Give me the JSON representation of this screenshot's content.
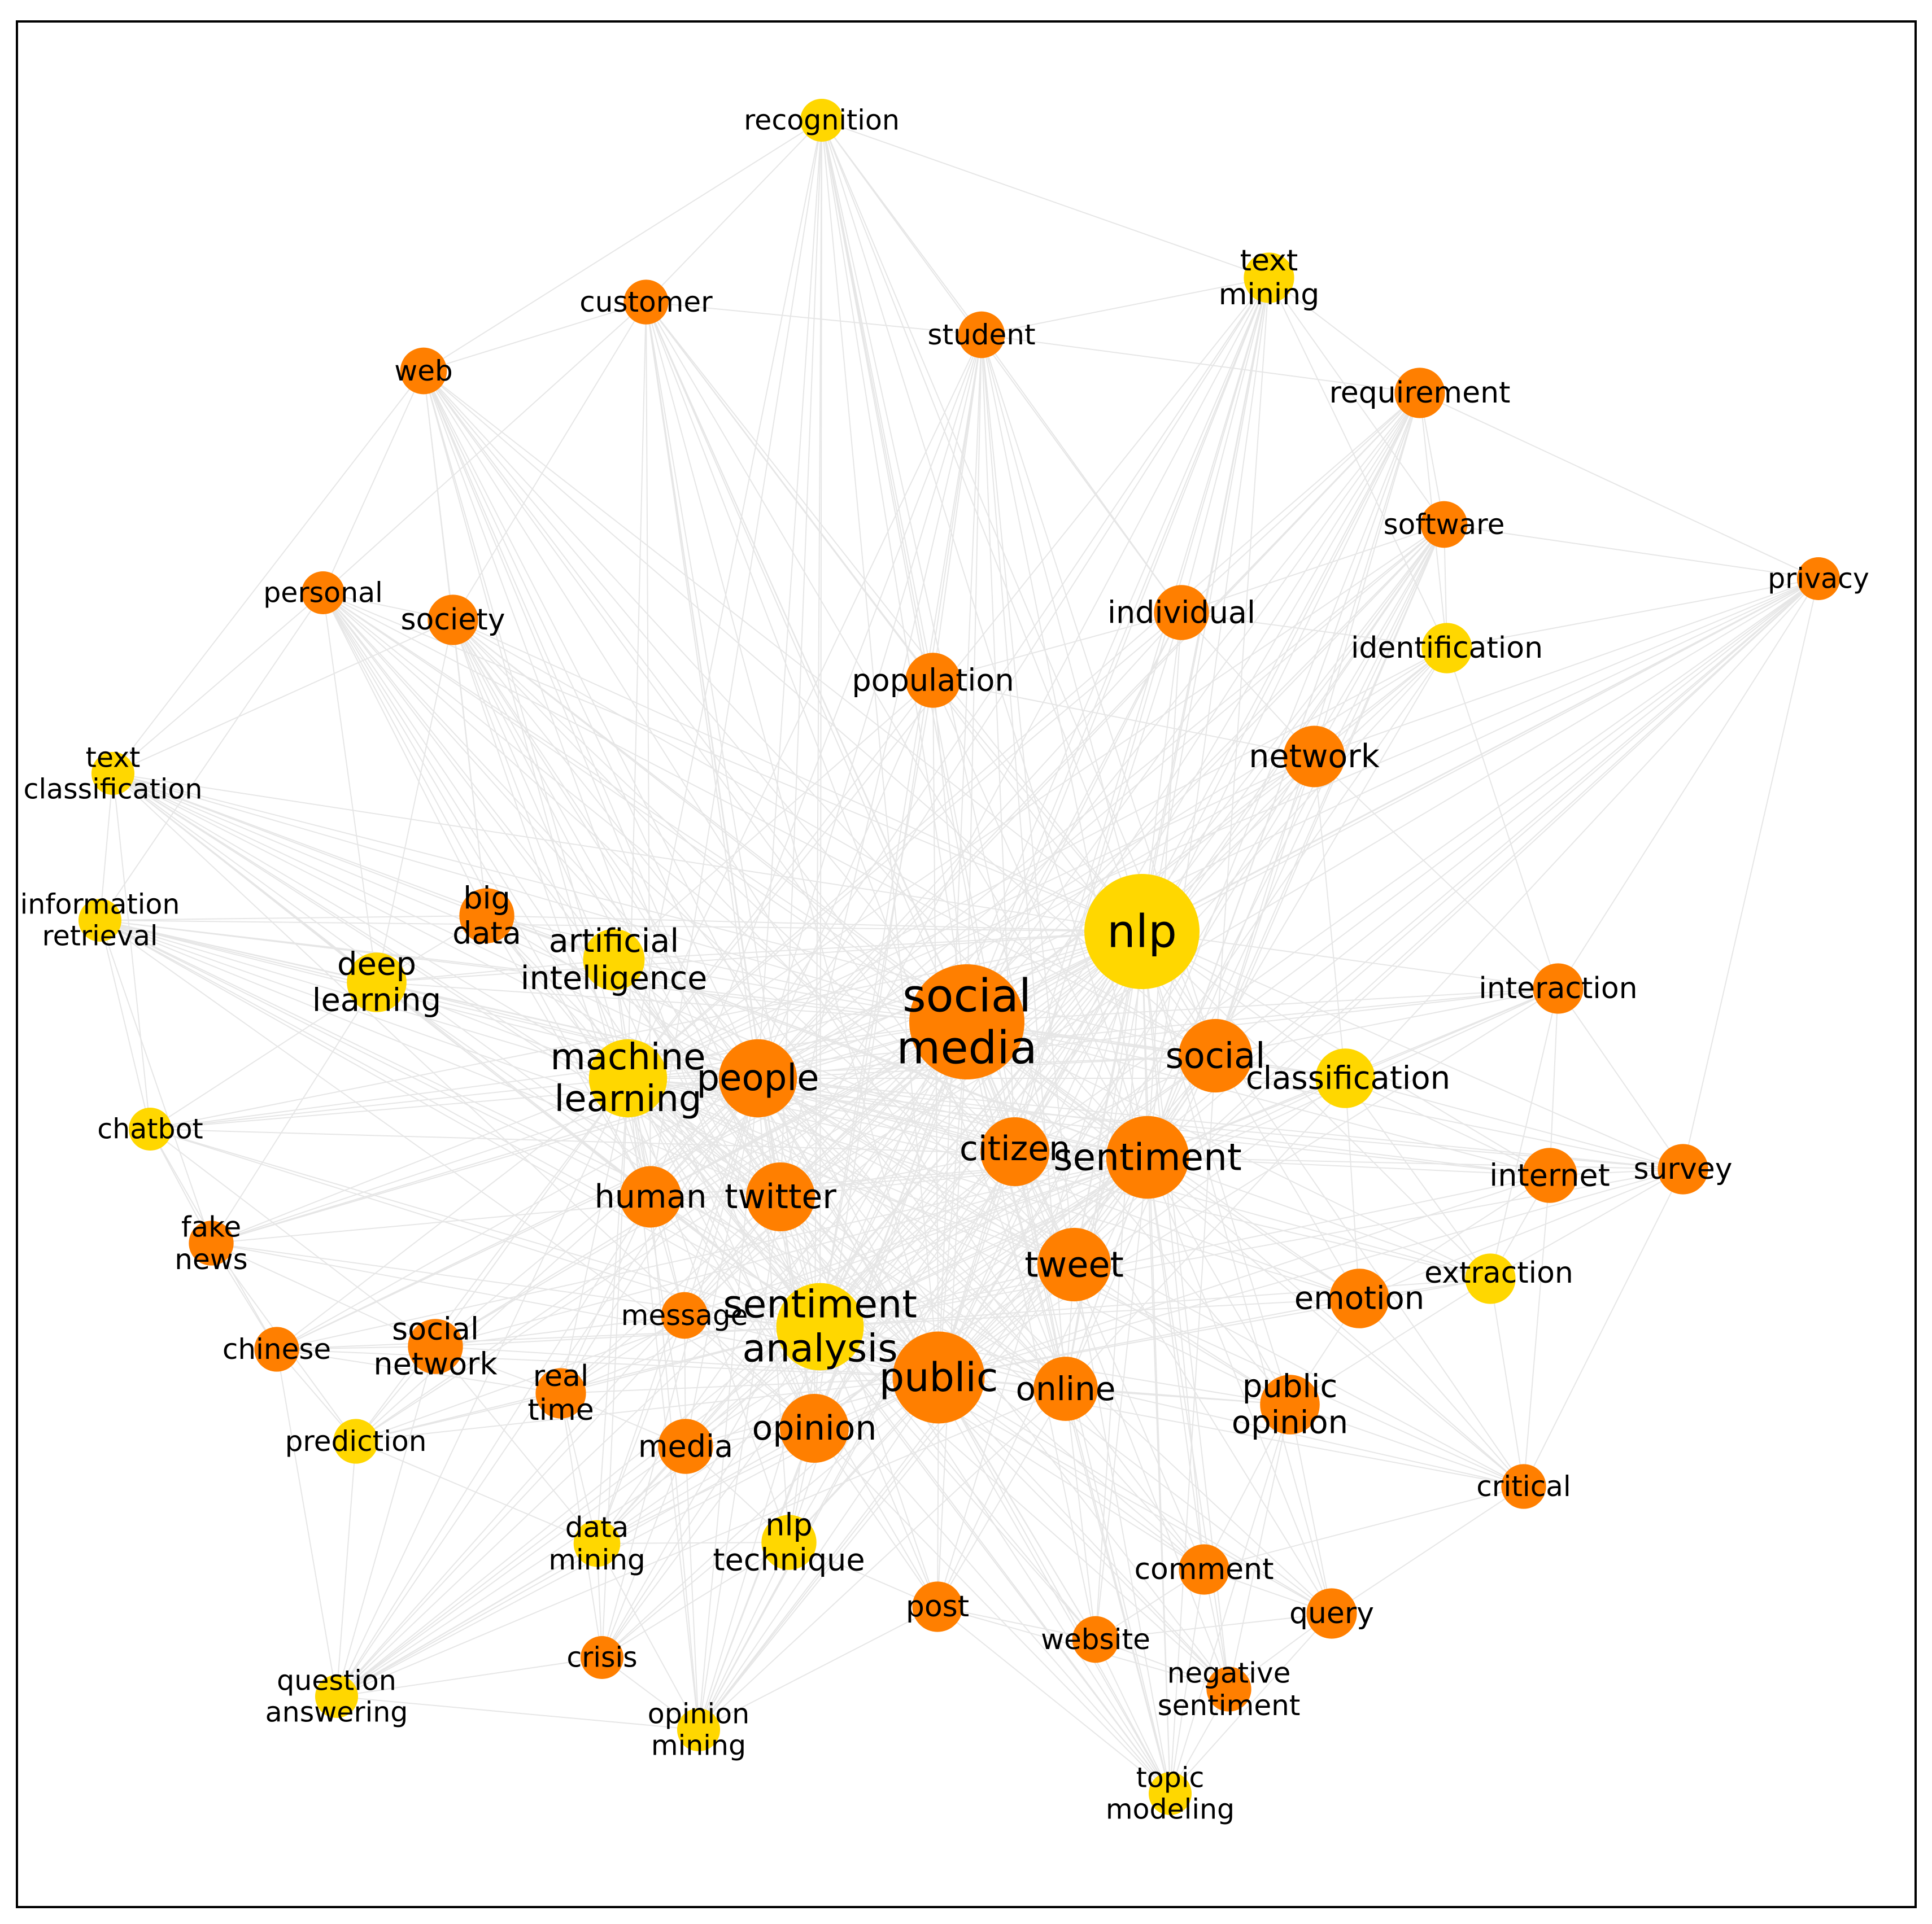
{
  "colors": {
    "concept": "#FF7F00",
    "technique": "#FFD700",
    "edge": "#e6e6e6",
    "frame": "#000000",
    "text": "#000000"
  },
  "nodes": [
    {
      "id": "nlp",
      "lines": [
        "nlp"
      ],
      "kind": "technique",
      "weight": 10
    },
    {
      "id": "social media",
      "lines": [
        "social",
        "media"
      ],
      "kind": "concept",
      "weight": 10
    },
    {
      "id": "sentiment analysis",
      "lines": [
        "sentiment",
        "analysis"
      ],
      "kind": "technique",
      "weight": 7
    },
    {
      "id": "public",
      "lines": [
        "public"
      ],
      "kind": "concept",
      "weight": 7.5
    },
    {
      "id": "machine learning",
      "lines": [
        "machine",
        "learning"
      ],
      "kind": "technique",
      "weight": 6
    },
    {
      "id": "sentiment",
      "lines": [
        "sentiment"
      ],
      "kind": "concept",
      "weight": 6.5
    },
    {
      "id": "people",
      "lines": [
        "people"
      ],
      "kind": "concept",
      "weight": 6
    },
    {
      "id": "social",
      "lines": [
        "social"
      ],
      "kind": "concept",
      "weight": 5.5
    },
    {
      "id": "tweet",
      "lines": [
        "tweet"
      ],
      "kind": "concept",
      "weight": 5.5
    },
    {
      "id": "twitter",
      "lines": [
        "twitter"
      ],
      "kind": "concept",
      "weight": 5
    },
    {
      "id": "citizen",
      "lines": [
        "citizen"
      ],
      "kind": "concept",
      "weight": 5
    },
    {
      "id": "opinion",
      "lines": [
        "opinion"
      ],
      "kind": "concept",
      "weight": 5
    },
    {
      "id": "online",
      "lines": [
        "online"
      ],
      "kind": "concept",
      "weight": 4.5
    },
    {
      "id": "classification",
      "lines": [
        "classification"
      ],
      "kind": "technique",
      "weight": 4
    },
    {
      "id": "human",
      "lines": [
        "human"
      ],
      "kind": "concept",
      "weight": 4.2
    },
    {
      "id": "network",
      "lines": [
        "network"
      ],
      "kind": "concept",
      "weight": 4.2
    },
    {
      "id": "artificial intelligence",
      "lines": [
        "artificial",
        "intelligence"
      ],
      "kind": "technique",
      "weight": 4.2
    },
    {
      "id": "deep learning",
      "lines": [
        "deep",
        "learning"
      ],
      "kind": "technique",
      "weight": 4
    },
    {
      "id": "emotion",
      "lines": [
        "emotion"
      ],
      "kind": "concept",
      "weight": 4
    },
    {
      "id": "public opinion",
      "lines": [
        "public",
        "opinion"
      ],
      "kind": "concept",
      "weight": 4
    },
    {
      "id": "social network",
      "lines": [
        "social",
        "network"
      ],
      "kind": "concept",
      "weight": 3.5
    },
    {
      "id": "internet",
      "lines": [
        "internet"
      ],
      "kind": "concept",
      "weight": 3.5
    },
    {
      "id": "individual",
      "lines": [
        "individual"
      ],
      "kind": "concept",
      "weight": 3.5
    },
    {
      "id": "population",
      "lines": [
        "population"
      ],
      "kind": "concept",
      "weight": 3.5
    },
    {
      "id": "media",
      "lines": [
        "media"
      ],
      "kind": "concept",
      "weight": 3.5
    },
    {
      "id": "nlp technique",
      "lines": [
        "nlp",
        "technique"
      ],
      "kind": "technique",
      "weight": 3.5
    },
    {
      "id": "big data",
      "lines": [
        "big",
        "data"
      ],
      "kind": "concept",
      "weight": 3.5
    },
    {
      "id": "requirement",
      "lines": [
        "requirement"
      ],
      "kind": "concept",
      "weight": 3
    },
    {
      "id": "society",
      "lines": [
        "society"
      ],
      "kind": "concept",
      "weight": 3
    },
    {
      "id": "comment",
      "lines": [
        "comment"
      ],
      "kind": "concept",
      "weight": 3
    },
    {
      "id": "extraction",
      "lines": [
        "extraction"
      ],
      "kind": "technique",
      "weight": 3
    },
    {
      "id": "identification",
      "lines": [
        "identification"
      ],
      "kind": "technique",
      "weight": 3
    },
    {
      "id": "text mining",
      "lines": [
        "text",
        "mining"
      ],
      "kind": "technique",
      "weight": 3
    },
    {
      "id": "real time",
      "lines": [
        "real",
        "time"
      ],
      "kind": "concept",
      "weight": 3
    },
    {
      "id": "message",
      "lines": [
        "message"
      ],
      "kind": "concept",
      "weight": 2.6
    },
    {
      "id": "interaction",
      "lines": [
        "interaction"
      ],
      "kind": "concept",
      "weight": 3
    },
    {
      "id": "survey",
      "lines": [
        "survey"
      ],
      "kind": "concept",
      "weight": 3
    },
    {
      "id": "query",
      "lines": [
        "query"
      ],
      "kind": "concept",
      "weight": 3
    },
    {
      "id": "post",
      "lines": [
        "post"
      ],
      "kind": "concept",
      "weight": 3
    },
    {
      "id": "software",
      "lines": [
        "software"
      ],
      "kind": "concept",
      "weight": 2.6
    },
    {
      "id": "web",
      "lines": [
        "web"
      ],
      "kind": "concept",
      "weight": 2.6
    },
    {
      "id": "student",
      "lines": [
        "student"
      ],
      "kind": "concept",
      "weight": 2.6
    },
    {
      "id": "customer",
      "lines": [
        "customer"
      ],
      "kind": "concept",
      "weight": 2.4
    },
    {
      "id": "website",
      "lines": [
        "website"
      ],
      "kind": "concept",
      "weight": 2.6
    },
    {
      "id": "negative sentiment",
      "lines": [
        "negative",
        "sentiment"
      ],
      "kind": "concept",
      "weight": 2.4
    },
    {
      "id": "critical",
      "lines": [
        "critical"
      ],
      "kind": "concept",
      "weight": 2.4
    },
    {
      "id": "crisis",
      "lines": [
        "crisis"
      ],
      "kind": "concept",
      "weight": 2.2
    },
    {
      "id": "chinese",
      "lines": [
        "chinese"
      ],
      "kind": "concept",
      "weight": 2.4
    },
    {
      "id": "fake news",
      "lines": [
        "fake",
        "news"
      ],
      "kind": "concept",
      "weight": 2.4
    },
    {
      "id": "personal",
      "lines": [
        "personal"
      ],
      "kind": "concept",
      "weight": 2.2
    },
    {
      "id": "privacy",
      "lines": [
        "privacy"
      ],
      "kind": "concept",
      "weight": 2.2
    },
    {
      "id": "recognition",
      "lines": [
        "recognition"
      ],
      "kind": "technique",
      "weight": 2.2
    },
    {
      "id": "text classification",
      "lines": [
        "text",
        "classification"
      ],
      "kind": "technique",
      "weight": 2.2
    },
    {
      "id": "information retrieval",
      "lines": [
        "information",
        "retrieval"
      ],
      "kind": "technique",
      "weight": 2.2
    },
    {
      "id": "chatbot",
      "lines": [
        "chatbot"
      ],
      "kind": "technique",
      "weight": 2.2
    },
    {
      "id": "prediction",
      "lines": [
        "prediction"
      ],
      "kind": "technique",
      "weight": 2.4
    },
    {
      "id": "data mining",
      "lines": [
        "data",
        "mining"
      ],
      "kind": "technique",
      "weight": 2.6
    },
    {
      "id": "question answering",
      "lines": [
        "question",
        "answering"
      ],
      "kind": "technique",
      "weight": 2.2
    },
    {
      "id": "opinion mining",
      "lines": [
        "opinion",
        "mining"
      ],
      "kind": "technique",
      "weight": 2.2
    },
    {
      "id": "topic modeling",
      "lines": [
        "topic",
        "modeling"
      ],
      "kind": "technique",
      "weight": 2.2
    }
  ]
}
